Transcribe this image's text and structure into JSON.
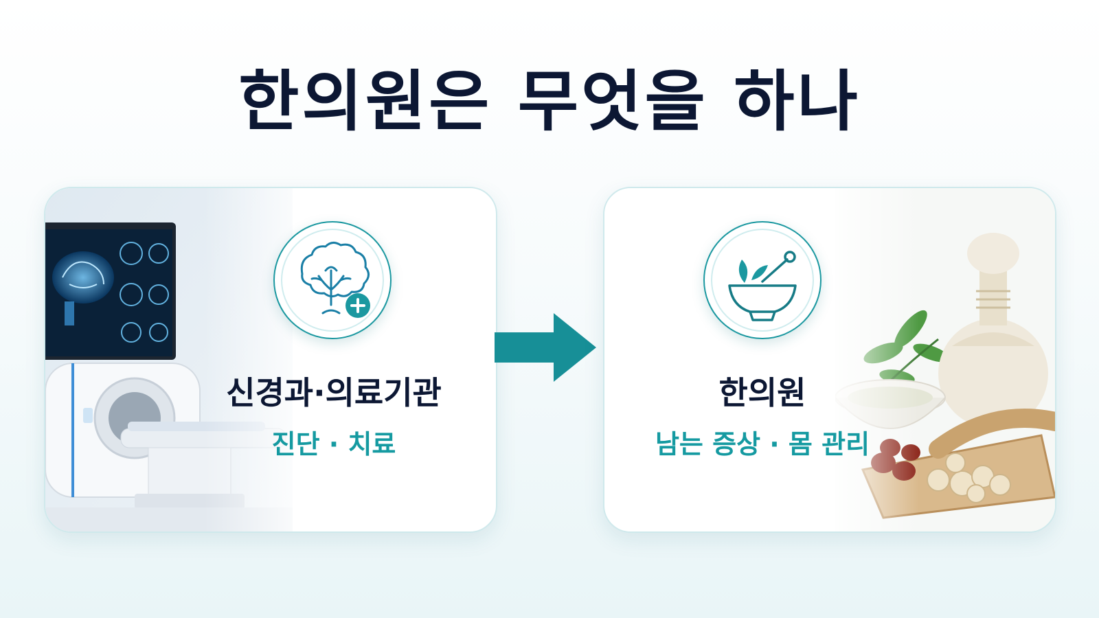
{
  "title": "한의원은 무엇을 하나",
  "left_card": {
    "title": "신경과·의료기관",
    "subtitle": "진단 · 치료",
    "icon": "brain-plus-icon"
  },
  "right_card": {
    "title": "한의원",
    "subtitle": "남는 증상 · 몸 관리",
    "icon": "mortar-pestle-herb-icon"
  },
  "colors": {
    "accent": "#1b98a0",
    "title": "#0c1733"
  }
}
